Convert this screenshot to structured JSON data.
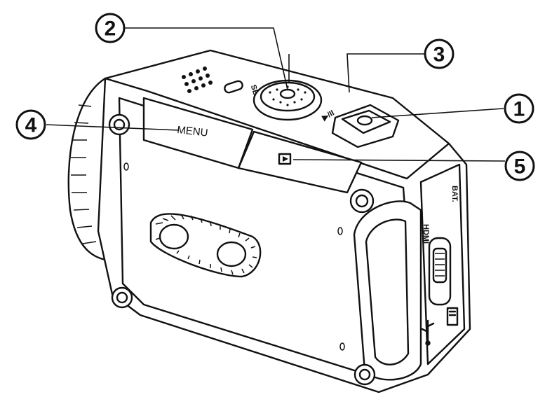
{
  "labels": {
    "menu": "MENU",
    "set": "SET",
    "bat": "BAT.",
    "hdmi": "HDMI"
  },
  "callouts": [
    {
      "id": "callout-1",
      "number": "1"
    },
    {
      "id": "callout-2",
      "number": "2"
    },
    {
      "id": "callout-3",
      "number": "3"
    },
    {
      "id": "callout-4",
      "number": "4"
    },
    {
      "id": "callout-5",
      "number": "5"
    }
  ],
  "icons": {
    "play": "play-icon",
    "shutter": "shutter-button-icon",
    "speaker": "speaker-grille-icon",
    "usb": "usb-icon",
    "lens": "lens-icon"
  },
  "colors": {
    "ink": "#111111",
    "background": "#ffffff"
  }
}
